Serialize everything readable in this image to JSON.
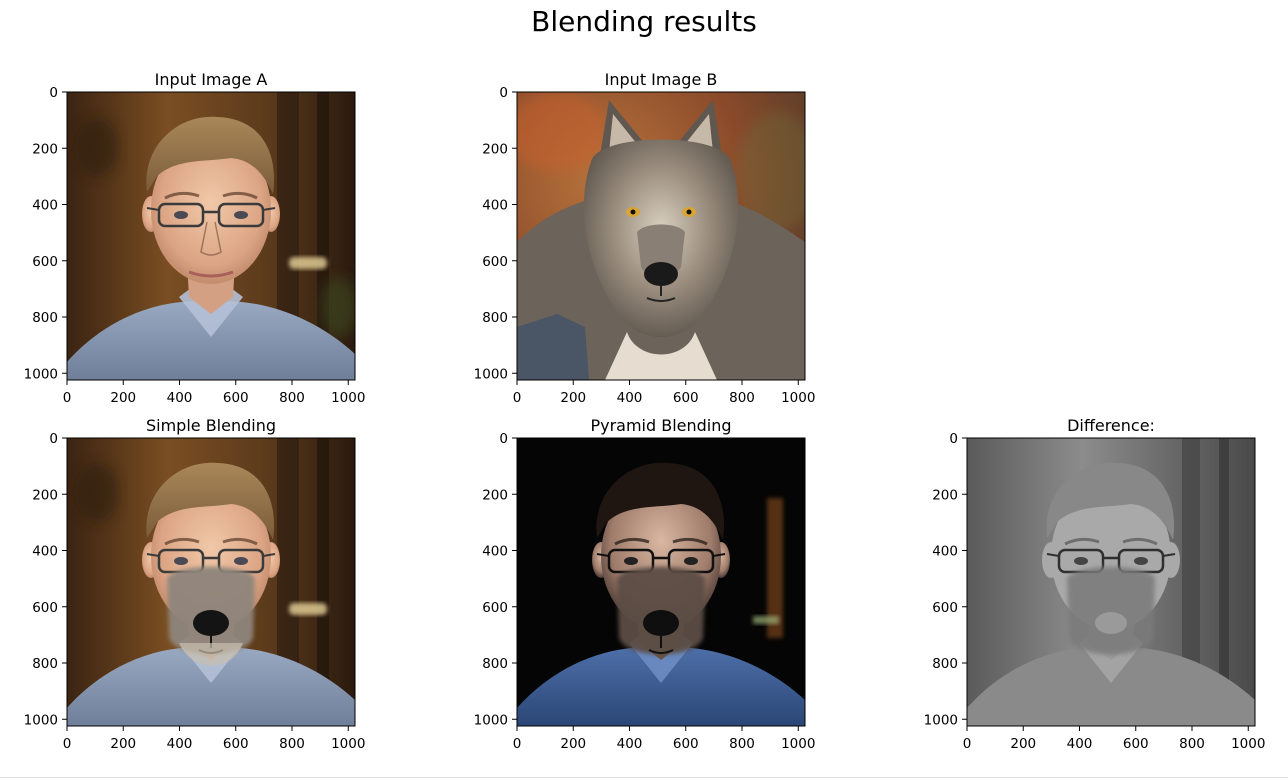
{
  "figure": {
    "suptitle": "Blending results"
  },
  "chart_data": [
    {
      "type": "image",
      "id": "input-a",
      "title": "Input Image A",
      "xticks": [
        0,
        200,
        400,
        600,
        800,
        1000
      ],
      "yticks": [
        0,
        200,
        400,
        600,
        800,
        1000
      ],
      "xlim": [
        0,
        1024
      ],
      "ylim": [
        1024,
        0
      ],
      "content": "portrait"
    },
    {
      "type": "image",
      "id": "input-b",
      "title": "Input Image B",
      "xticks": [
        0,
        200,
        400,
        600,
        800,
        1000
      ],
      "yticks": [
        0,
        200,
        400,
        600,
        800,
        1000
      ],
      "xlim": [
        0,
        1024
      ],
      "ylim": [
        1024,
        0
      ],
      "content": "wolf"
    },
    {
      "type": "image",
      "id": "simple-blending",
      "title": "Simple Blending",
      "xticks": [
        0,
        200,
        400,
        600,
        800,
        1000
      ],
      "yticks": [
        0,
        200,
        400,
        600,
        800,
        1000
      ],
      "xlim": [
        0,
        1024
      ],
      "ylim": [
        1024,
        0
      ],
      "content": "simple-blend"
    },
    {
      "type": "image",
      "id": "pyramid-blending",
      "title": "Pyramid Blending",
      "xticks": [
        0,
        200,
        400,
        600,
        800,
        1000
      ],
      "yticks": [
        0,
        200,
        400,
        600,
        800,
        1000
      ],
      "xlim": [
        0,
        1024
      ],
      "ylim": [
        1024,
        0
      ],
      "content": "pyramid-blend"
    },
    {
      "type": "image",
      "id": "difference",
      "title": "Difference:",
      "xticks": [
        0,
        200,
        400,
        600,
        800,
        1000
      ],
      "yticks": [
        0,
        200,
        400,
        600,
        800,
        1000
      ],
      "xlim": [
        0,
        1024
      ],
      "ylim": [
        1024,
        0
      ],
      "content": "difference"
    }
  ]
}
